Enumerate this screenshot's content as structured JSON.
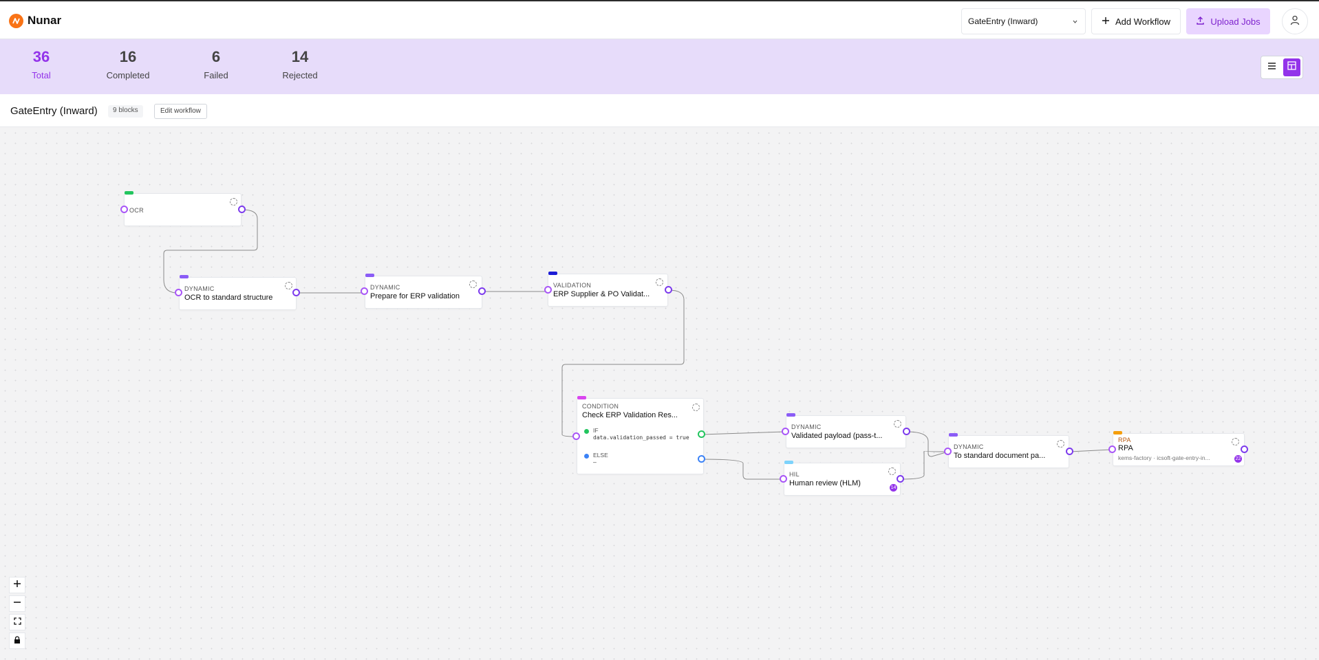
{
  "app": {
    "name": "Nunar",
    "accent": "#9333ea",
    "logo_color": "#f97316"
  },
  "header": {
    "workflow_select": {
      "value": "GateEntry (Inward)"
    },
    "add_workflow_label": "Add Workflow",
    "upload_jobs_label": "Upload Jobs"
  },
  "stats": [
    {
      "value": "36",
      "label": "Total"
    },
    {
      "value": "16",
      "label": "Completed"
    },
    {
      "value": "6",
      "label": "Failed"
    },
    {
      "value": "14",
      "label": "Rejected"
    }
  ],
  "workflow": {
    "title": "GateEntry (Inward)",
    "blocks_badge": "9 blocks",
    "edit_label": "Edit workflow"
  },
  "nodes": {
    "ocr": {
      "type": "OCR",
      "tag_color": "#22c55e"
    },
    "dyn1": {
      "type": "DYNAMIC",
      "title": "OCR to standard structure",
      "tag_color": "#8b5cf6"
    },
    "dyn2": {
      "type": "DYNAMIC",
      "title": "Prepare for ERP validation",
      "tag_color": "#8b5cf6"
    },
    "validation": {
      "type": "VALIDATION",
      "title": "ERP Supplier & PO Validat...",
      "tag_color": "#1d1dd6"
    },
    "condition": {
      "type": "CONDITION",
      "title": "Check ERP Validation Res...",
      "tag_color": "#d946ef",
      "if_label": "IF",
      "if_expr": "data.validation_passed = true",
      "if_color": "#22c55e",
      "else_label": "ELSE",
      "else_expr": "–",
      "else_color": "#3b82f6"
    },
    "dyn3": {
      "type": "DYNAMIC",
      "title": "Validated payload (pass-t...",
      "tag_color": "#8b5cf6"
    },
    "hil": {
      "type": "HIL",
      "title": "Human review (HLM)",
      "tag_color": "#7dd3fc",
      "count": "14"
    },
    "dyn4": {
      "type": "DYNAMIC",
      "title": "To standard document pa...",
      "tag_color": "#8b5cf6"
    },
    "rpa": {
      "type": "RPA",
      "title": "RPA",
      "subtitle": "kems-factory · icsoft-gate-entry-in...",
      "tag_color": "#f59e0b",
      "count": "22"
    }
  },
  "zoom_controls": [
    "zoom-in-icon",
    "zoom-out-icon",
    "fit-view-icon",
    "lock-icon"
  ]
}
